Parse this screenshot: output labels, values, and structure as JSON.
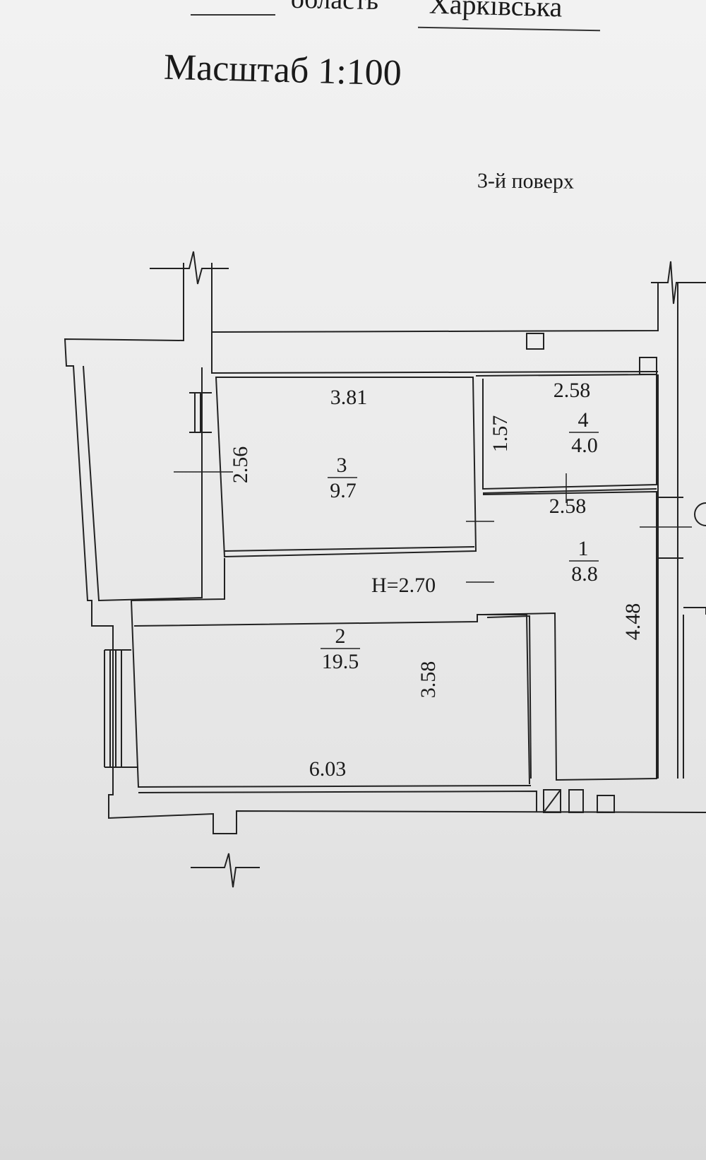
{
  "header": {
    "region_label": "область",
    "region_value": "Харківська",
    "scale": "Масштаб 1:100",
    "floor": "3-й поверх"
  },
  "plan": {
    "height_label": "H=2.70",
    "rooms": [
      {
        "number": "3",
        "area": "9.7"
      },
      {
        "number": "4",
        "area": "4.0"
      },
      {
        "number": "1",
        "area": "8.8"
      },
      {
        "number": "2",
        "area": "19.5"
      }
    ],
    "dimensions": {
      "room3_width": "3.81",
      "room3_depth": "2.56",
      "room4_width": "2.58",
      "room4_depth": "1.57",
      "room1_width": "2.58",
      "room1_depth": "4.48",
      "room2_depth": "3.58",
      "room2_width": "6.03"
    }
  },
  "colors": {
    "ink": "#1a1a1a",
    "paper": "#eeeeee"
  }
}
